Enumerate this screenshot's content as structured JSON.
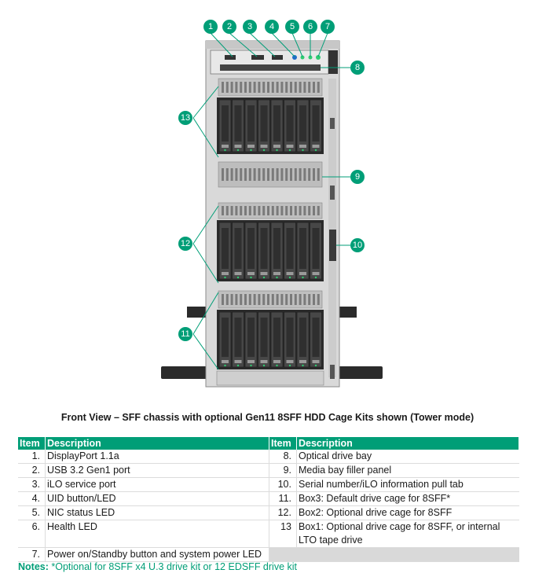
{
  "figure": {
    "callouts": [
      "1",
      "2",
      "3",
      "4",
      "5",
      "6",
      "7",
      "8",
      "9",
      "10",
      "11",
      "12",
      "13"
    ]
  },
  "caption": "Front View – SFF chassis with optional Gen11 8SFF HDD Cage Kits shown (Tower mode)",
  "table": {
    "header_item": "Item",
    "header_desc": "Description",
    "left": [
      {
        "item": "1.",
        "desc": "DisplayPort 1.1a"
      },
      {
        "item": "2.",
        "desc": "USB 3.2 Gen1 port"
      },
      {
        "item": "3.",
        "desc": "iLO service port"
      },
      {
        "item": "4.",
        "desc": "UID button/LED"
      },
      {
        "item": "5.",
        "desc": "NIC status LED"
      },
      {
        "item": "6.",
        "desc": "Health LED"
      },
      {
        "item": "7.",
        "desc": "Power on/Standby button and system power LED"
      }
    ],
    "right": [
      {
        "item": "8.",
        "desc": "Optical drive bay"
      },
      {
        "item": "9.",
        "desc": "Media bay filler panel"
      },
      {
        "item": "10.",
        "desc": "Serial number/iLO information pull tab"
      },
      {
        "item": "11.",
        "desc": "Box3: Default drive cage for 8SFF*"
      },
      {
        "item": "12.",
        "desc": "Box2: Optional drive cage for 8SFF"
      },
      {
        "item": "13",
        "desc": "Box1: Optional drive cage for 8SFF, or internal LTO tape drive"
      }
    ]
  },
  "notes": {
    "label": "Notes:",
    "text": "*Optional for 8SFF x4 U.3 drive kit or 12 EDSFF drive kit"
  },
  "colors": {
    "accent": "#009e77",
    "chassis": "#d6d6d6",
    "dark": "#2b2b2b"
  }
}
